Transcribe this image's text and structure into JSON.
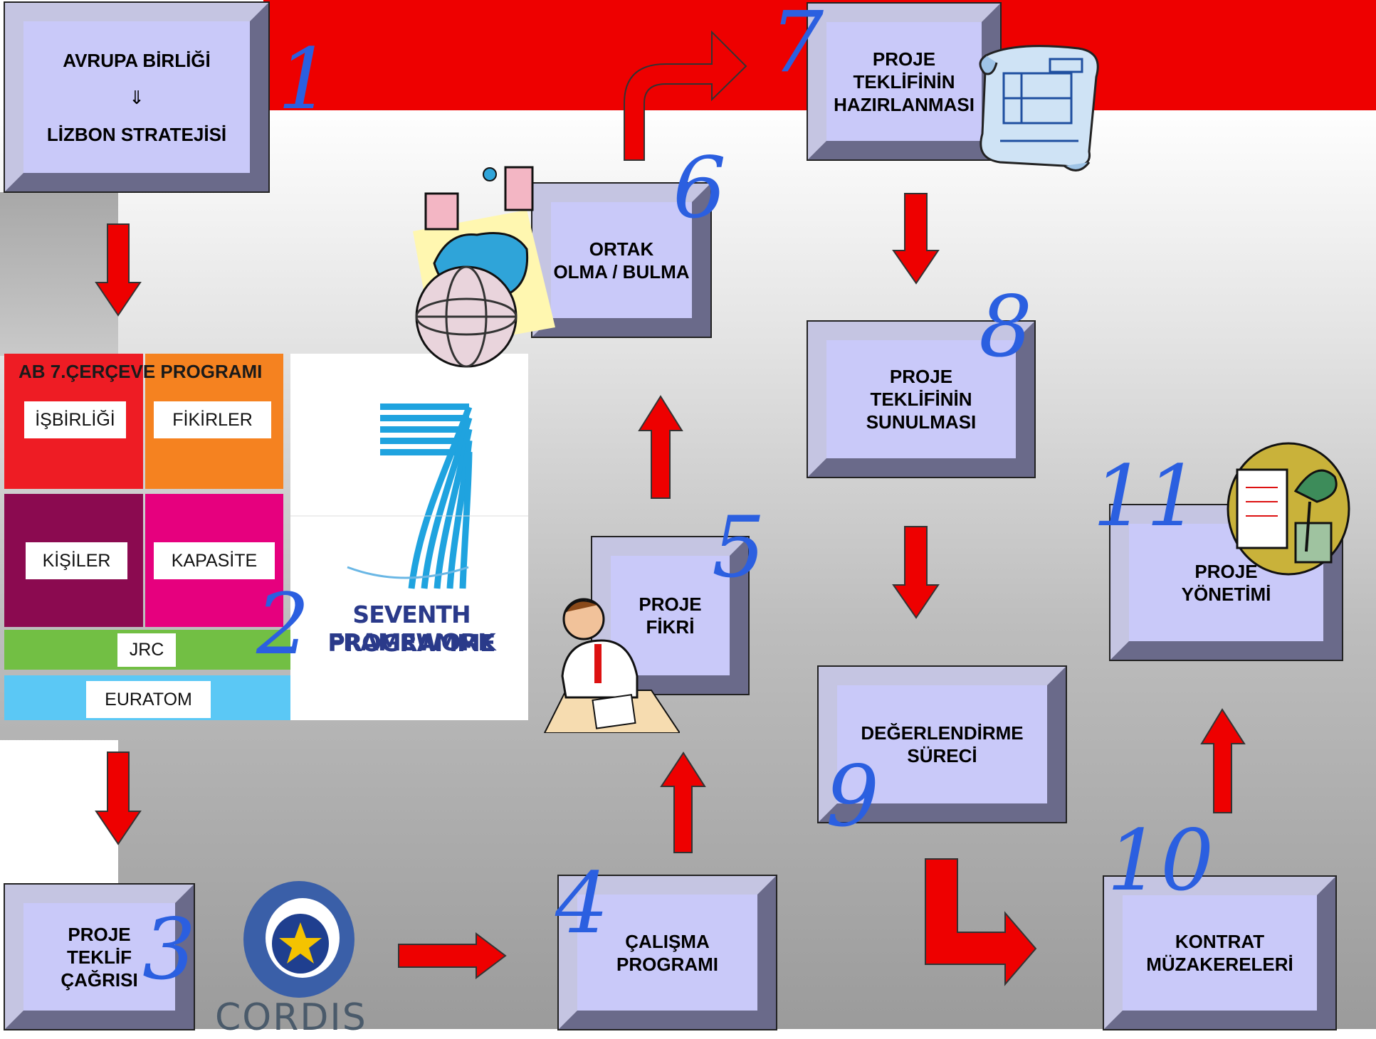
{
  "boxes": {
    "b1": {
      "line1": "AVRUPA BİRLİĞİ",
      "line2": "⇓",
      "line3": "LİZBON STRATEJİSİ"
    },
    "b3": {
      "line1": "PROJE",
      "line2": "TEKLİF",
      "line3": "ÇAĞRISI"
    },
    "b4": {
      "line1": "ÇALIŞMA",
      "line2": "PROGRAMI"
    },
    "b5": {
      "line1": "PROJE",
      "line2": "FİKRİ"
    },
    "b6": {
      "line1": "ORTAK",
      "line2": "OLMA / BULMA"
    },
    "b7": {
      "line1": "PROJE",
      "line2": "TEKLİFİNİN",
      "line3": "HAZIRLANMASI"
    },
    "b8": {
      "line1": "PROJE",
      "line2": "TEKLİFİNİN",
      "line3": "SUNULMASI"
    },
    "b9": {
      "line1": "DEĞERLENDİRME",
      "line2": "SÜRECİ"
    },
    "b10": {
      "line1": "KONTRAT",
      "line2": "MÜZAKERELERİ"
    },
    "b11": {
      "line1": "PROJE",
      "line2": "YÖNETİMİ"
    }
  },
  "numbers": [
    "1",
    "2",
    "3",
    "4",
    "5",
    "6",
    "7",
    "8",
    "9",
    "10",
    "11"
  ],
  "framework": {
    "title": "AB 7.ÇERÇEVE PROGRAMI",
    "cells": [
      "İŞBİRLİĞİ",
      "FİKİRLER",
      "KİŞİLER",
      "KAPASİTE"
    ],
    "jrc": "JRC",
    "euratom": "EURATOM"
  },
  "fp7_logo": {
    "line1": "SEVENTH FRAMEWORK",
    "line2": "PROGRAMME"
  },
  "cordis_logo": {
    "text": "CORDIS"
  },
  "colors": {
    "band_red": "#ee0000",
    "box_fill": "#c9c9f9",
    "number_blue": "#2b5fe0",
    "arrow_red": "#ee0000",
    "cell_red": "#ee1c24",
    "cell_orange": "#f58220",
    "cell_purple": "#8b0a50",
    "cell_pink": "#e6007e",
    "jrc_green": "#72bf44",
    "euratom_blue": "#5bc8f5"
  }
}
